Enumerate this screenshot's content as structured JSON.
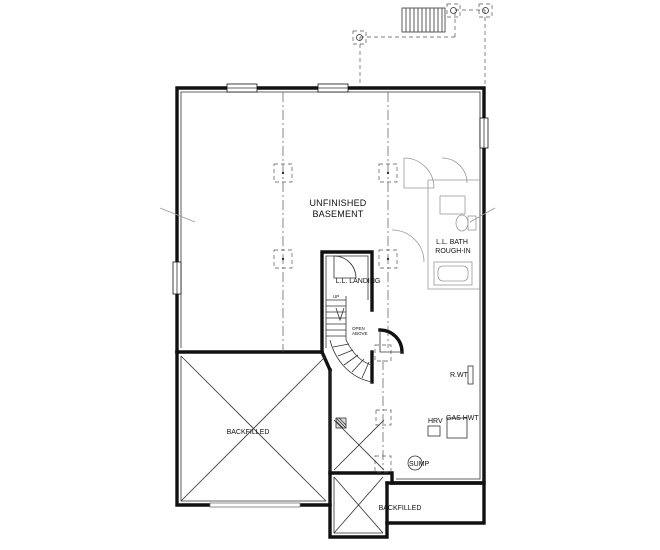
{
  "rooms": {
    "basement_line1": "UNFINISHED",
    "basement_line2": "BASEMENT",
    "landing": "L.L. LANDING",
    "bath_line1": "L.L. BATH",
    "bath_line2": "ROUGH-IN",
    "backfilled_garage": "BACKFILLED",
    "backfilled_porch": "BACKFILLED"
  },
  "fixtures": {
    "water_tank": "R.WT",
    "hrv": "HRV",
    "gas_hwt": "GAS HWT",
    "sump": "SUMP"
  },
  "stair": {
    "up": "UP",
    "open_above_1": "OPEN",
    "open_above_2": "ABOVE"
  }
}
